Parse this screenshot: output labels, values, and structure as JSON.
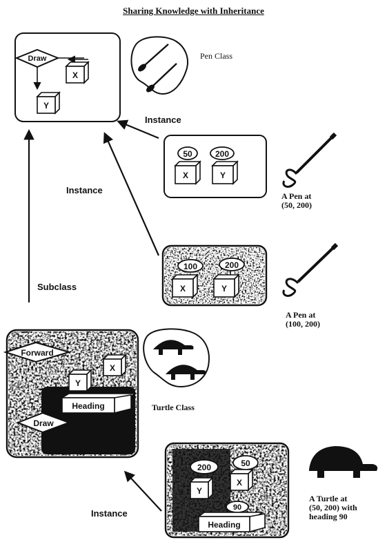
{
  "title": "Sharing Knowledge with Inheritance",
  "labels": {
    "pen_class": "Pen Class",
    "turtle_class": "Turtle Class",
    "instance_1": "Instance",
    "instance_2": "Instance",
    "instance_3": "Instance",
    "subclass": "Subclass",
    "pen_50_200_line1": "A Pen at",
    "pen_50_200_line2": "(50, 200)",
    "pen_100_200_line1": "A Pen at",
    "pen_100_200_line2": "(100, 200)",
    "turtle_line1": "A Turtle at",
    "turtle_line2": "(50, 200) with",
    "turtle_line3": "heading 90"
  },
  "pen_class_box": {
    "method": "Draw",
    "var_x": "X",
    "var_y": "Y"
  },
  "pen_instance_1": {
    "x_value": "50",
    "y_value": "200",
    "var_x": "X",
    "var_y": "Y"
  },
  "pen_instance_2": {
    "x_value": "100",
    "y_value": "200",
    "var_x": "X",
    "var_y": "Y"
  },
  "turtle_class_box": {
    "method_1": "Forward",
    "method_2": "Draw",
    "var_x": "X",
    "var_y": "Y",
    "var_heading": "Heading"
  },
  "turtle_instance": {
    "x_value": "200",
    "y_value": "50",
    "heading_value": "90",
    "var_x": "X",
    "var_y": "Y",
    "var_heading": "Heading"
  },
  "colors": {
    "ink": "#111111",
    "paper": "#ffffff"
  }
}
